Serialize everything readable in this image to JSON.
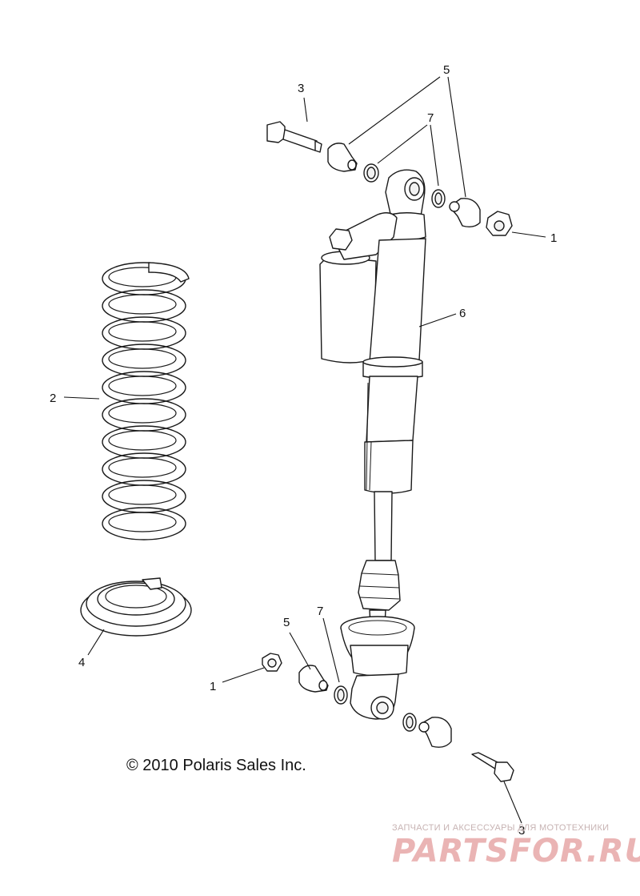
{
  "callouts": {
    "c1_top": "1",
    "c1_bottom": "1",
    "c2": "2",
    "c3_top": "3",
    "c3_bottom": "3",
    "c4": "4",
    "c5_top": "5",
    "c5_bottom": "5",
    "c6": "6",
    "c7_top": "7",
    "c7_bottom": "7"
  },
  "copyright": "© 2010 Polaris Sales Inc.",
  "watermark": {
    "tagline": "ЗАПЧАСТИ И АКСЕССУАРЫ ДЛЯ МОТОТЕХНИКИ",
    "logo": "PARTSFOR.RU"
  }
}
